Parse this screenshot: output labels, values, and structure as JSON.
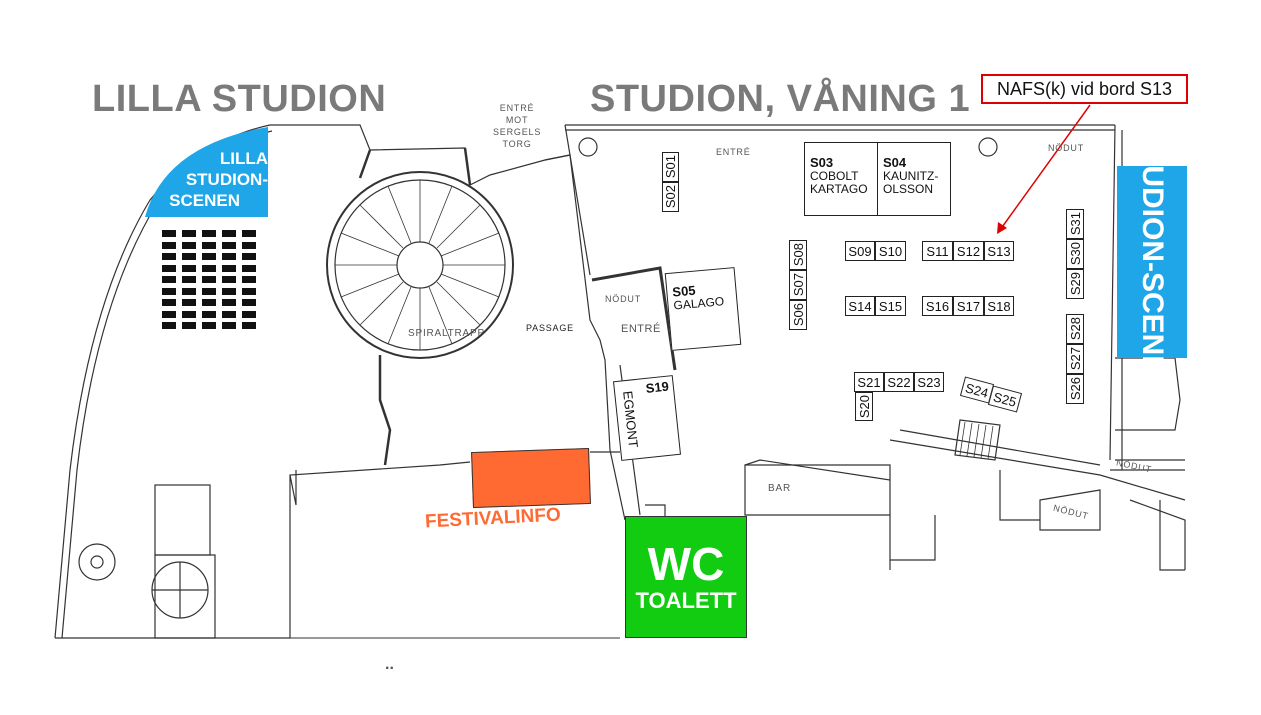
{
  "titles": {
    "lilla_studion": "LILLA STUDION",
    "studion_vaning": "STUDION, VÅNING 1"
  },
  "callout": {
    "text": "NAFS(k) vid bord S13",
    "color": "#dd0000"
  },
  "stages": {
    "lilla": {
      "lines": [
        "LILLA",
        "STUDION-",
        "SCENEN"
      ],
      "color": "#1fa6e8"
    },
    "studion": {
      "text": "STUDION-SCENEN",
      "color": "#1fa6e8"
    }
  },
  "labels": {
    "entre_mot": "ENTRÉ",
    "mot": "MOT",
    "sergels": "SERGELS",
    "torg": "TORG",
    "entre_top": "ENTRÉ",
    "entre_mid": "ENTRÉ",
    "nodut_top": "NÖDUT",
    "nodut_mid": "NÖDUT",
    "nodut_right": "NÖDUT",
    "nodut_bottom": "NÖDUT",
    "passage": "PASSAGE",
    "spiraltrapp": "SPIRALTRAPP",
    "bar": "BAR",
    "footer": ".."
  },
  "festivalinfo": {
    "text": "FESTIVALINFO",
    "color": "#ff6a33"
  },
  "wc": {
    "line1": "WC",
    "line2": "TOALETT",
    "color": "#11cc11"
  },
  "booths": {
    "S01": "S01",
    "S02": "S02",
    "S03": {
      "code": "S03",
      "lines": [
        "COBOLT",
        "KARTAGO"
      ]
    },
    "S04": {
      "code": "S04",
      "lines": [
        "KAUNITZ-",
        "OLSSON"
      ]
    },
    "S05": {
      "code": "S05",
      "lines": [
        "GALAGO"
      ]
    },
    "S06": "S06",
    "S07": "S07",
    "S08": "S08",
    "S09": "S09",
    "S10": "S10",
    "S11": "S11",
    "S12": "S12",
    "S13": "S13",
    "S14": "S14",
    "S15": "S15",
    "S16": "S16",
    "S17": "S17",
    "S18": "S18",
    "S19": {
      "code": "S19",
      "lines": [
        "EGMONT"
      ]
    },
    "S20": "S20",
    "S21": "S21",
    "S22": "S22",
    "S23": "S23",
    "S24": "S24",
    "S25": "S25",
    "S26": "S26",
    "S27": "S27",
    "S28": "S28",
    "S29": "S29",
    "S30": "S30",
    "S31": "S31"
  }
}
